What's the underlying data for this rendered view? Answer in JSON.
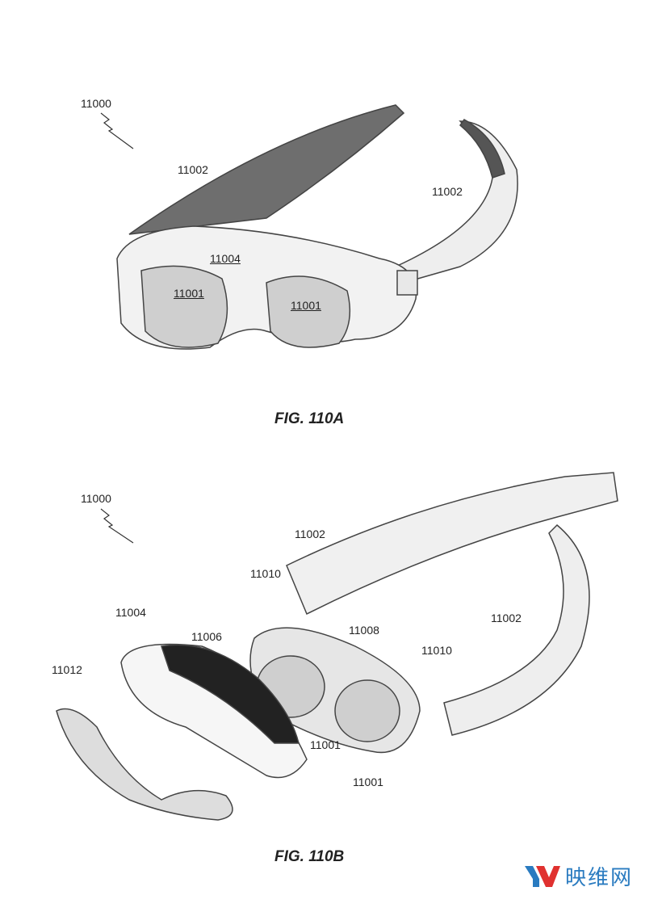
{
  "figures": [
    {
      "caption": "FIG. 110A",
      "labels": {
        "device": "11000",
        "strap_left": "11002",
        "strap_right": "11002",
        "frame": "11004",
        "lens_left": "11001",
        "lens_right": "11001"
      }
    },
    {
      "caption": "FIG. 110B",
      "labels": {
        "device": "11000",
        "strap_upper": "11002",
        "connector_left": "11010",
        "frame": "11004",
        "gasket": "11006",
        "eyepiece_assembly": "11008",
        "strap_lower": "11002",
        "connector_right": "11010",
        "face_pad": "11012",
        "lens_upper": "11001",
        "lens_lower": "11001"
      }
    }
  ],
  "watermark": {
    "text": "映维网",
    "colors": {
      "blue": "#2a7bc0",
      "red": "#e0312f"
    }
  }
}
